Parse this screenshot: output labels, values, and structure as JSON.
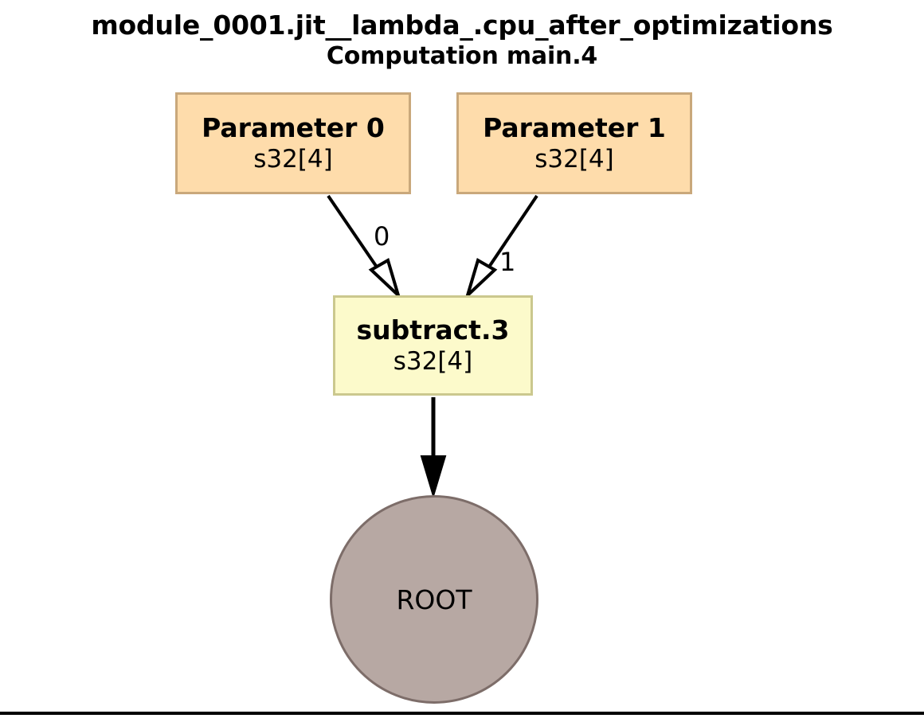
{
  "graph": {
    "title_line_1": "module_0001.jit__lambda_.cpu_after_optimizations",
    "title_line_2": "Computation main.4",
    "background_color": "#ffffff",
    "footer_rule_color": "#000000",
    "nodes": [
      {
        "id": "parameter-0",
        "label": "Parameter 0",
        "shape_text": "s32[4]",
        "node_shape": "rectangle",
        "fill_color": "#fedcab",
        "border_color": "#c9a87b"
      },
      {
        "id": "parameter-1",
        "label": "Parameter 1",
        "shape_text": "s32[4]",
        "node_shape": "rectangle",
        "fill_color": "#fedcab",
        "border_color": "#c9a87b"
      },
      {
        "id": "subtract-3",
        "label": "subtract.3",
        "shape_text": "s32[4]",
        "node_shape": "rectangle",
        "fill_color": "#fcfacb",
        "border_color": "#cbc88e"
      },
      {
        "id": "root",
        "label": "ROOT",
        "node_shape": "circle",
        "fill_color": "#b7a8a3",
        "border_color": "#7d6d69"
      }
    ],
    "edges": [
      {
        "id": "parameter-0-to-subtract-3",
        "from": "parameter-0",
        "to": "subtract-3",
        "label": "0",
        "arrowhead": "empty",
        "color": "#000000"
      },
      {
        "id": "parameter-1-to-subtract-3",
        "from": "parameter-1",
        "to": "subtract-3",
        "label": "1",
        "arrowhead": "empty",
        "color": "#000000"
      },
      {
        "id": "subtract-3-to-root",
        "from": "subtract-3",
        "to": "root",
        "label": "",
        "arrowhead": "normal",
        "color": "#000000"
      }
    ]
  }
}
